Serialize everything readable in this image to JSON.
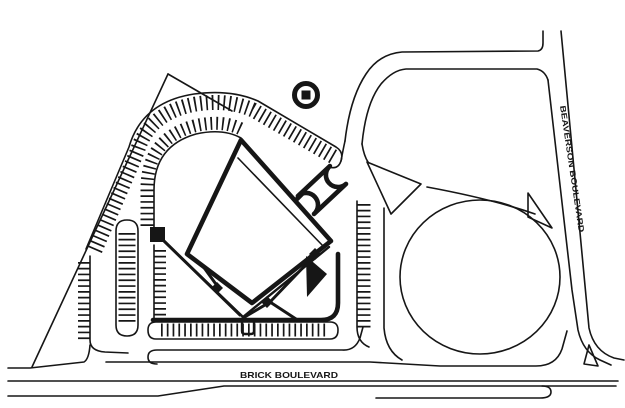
{
  "diagram": {
    "type": "architectural-site-plan",
    "colors": {
      "ink": "#161616",
      "paper": "#ffffff"
    },
    "streets": {
      "bottom": {
        "label": "BRICK BOULEVARD",
        "orientation": "horizontal"
      },
      "right": {
        "label": "BEAVERSON BOULEVARD",
        "orientation": "diagonal-vertical"
      }
    },
    "symbols": {
      "site_marker": "circle-with-square"
    }
  }
}
